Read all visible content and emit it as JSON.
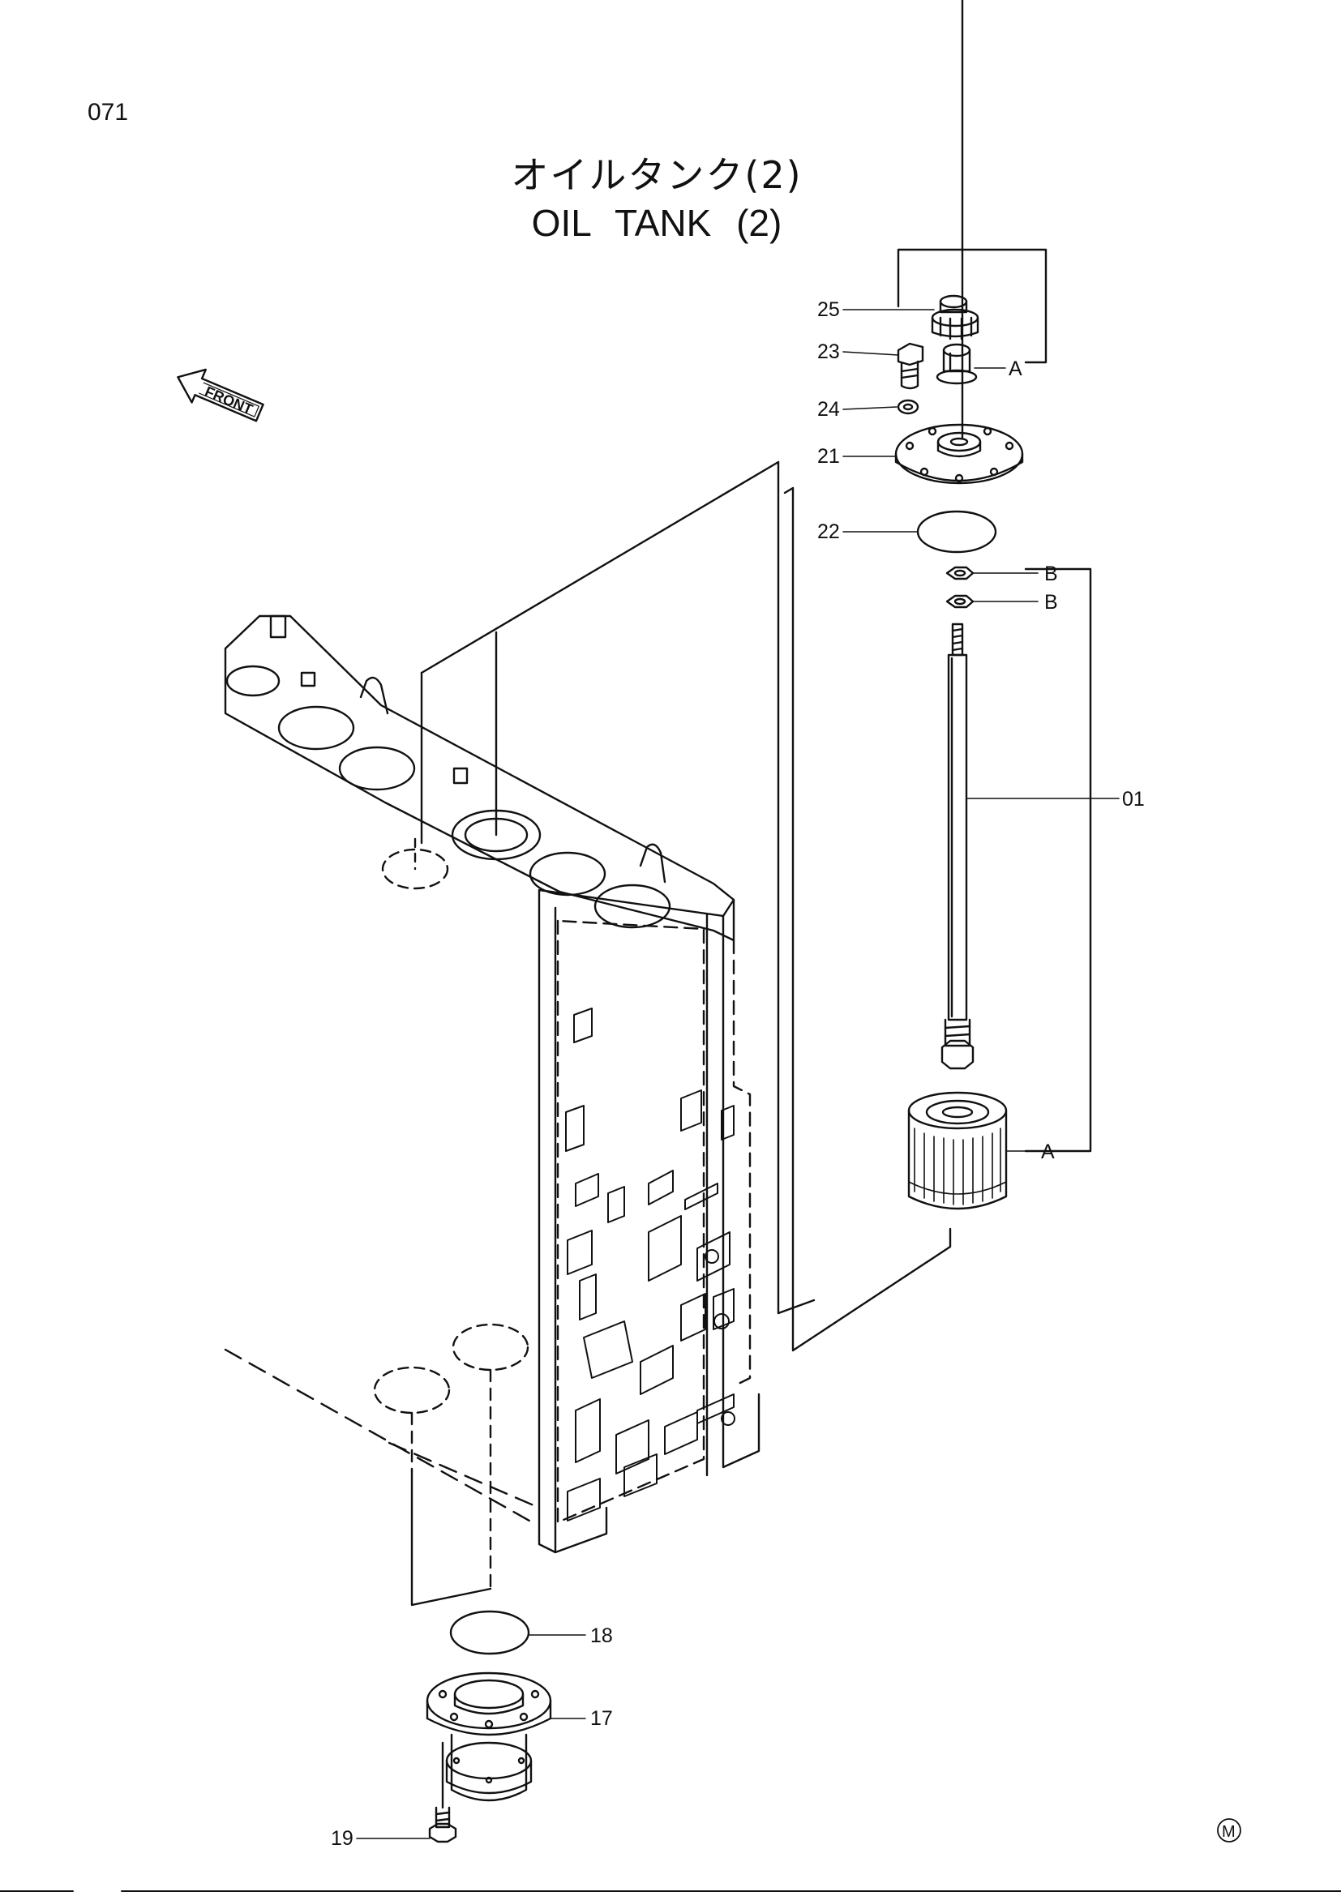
{
  "page_number": "071",
  "title": {
    "japanese": "オイルタンク(2)",
    "english": "OIL   TANK (2)"
  },
  "front_marker": "FRONT",
  "part_labels": {
    "p25": "25",
    "p23": "23",
    "p24": "24",
    "p21": "21",
    "p22": "22",
    "p01": "01",
    "p18": "18",
    "p17": "17",
    "p19": "19"
  },
  "group_labels": {
    "a_top": "A",
    "b_upper": "B",
    "b_lower": "B",
    "a_filter": "A"
  },
  "corner_mark": "M"
}
